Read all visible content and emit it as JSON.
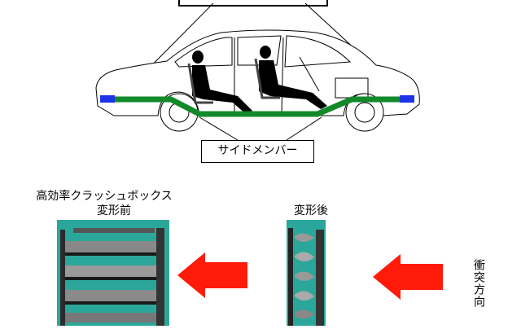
{
  "diagram": {
    "side_member_label": "サイドメンバー",
    "crash_box_title": "高効率クラッシュボックス",
    "before_label": "変形前",
    "after_label": "変形後",
    "direction_label": "衝突方向",
    "top_box_label": ""
  },
  "colors": {
    "side_member": "#138a2a",
    "crash_box": "#1c33e6",
    "arrow": "#ff1a0a",
    "photo_bg": "#2aa79a"
  }
}
